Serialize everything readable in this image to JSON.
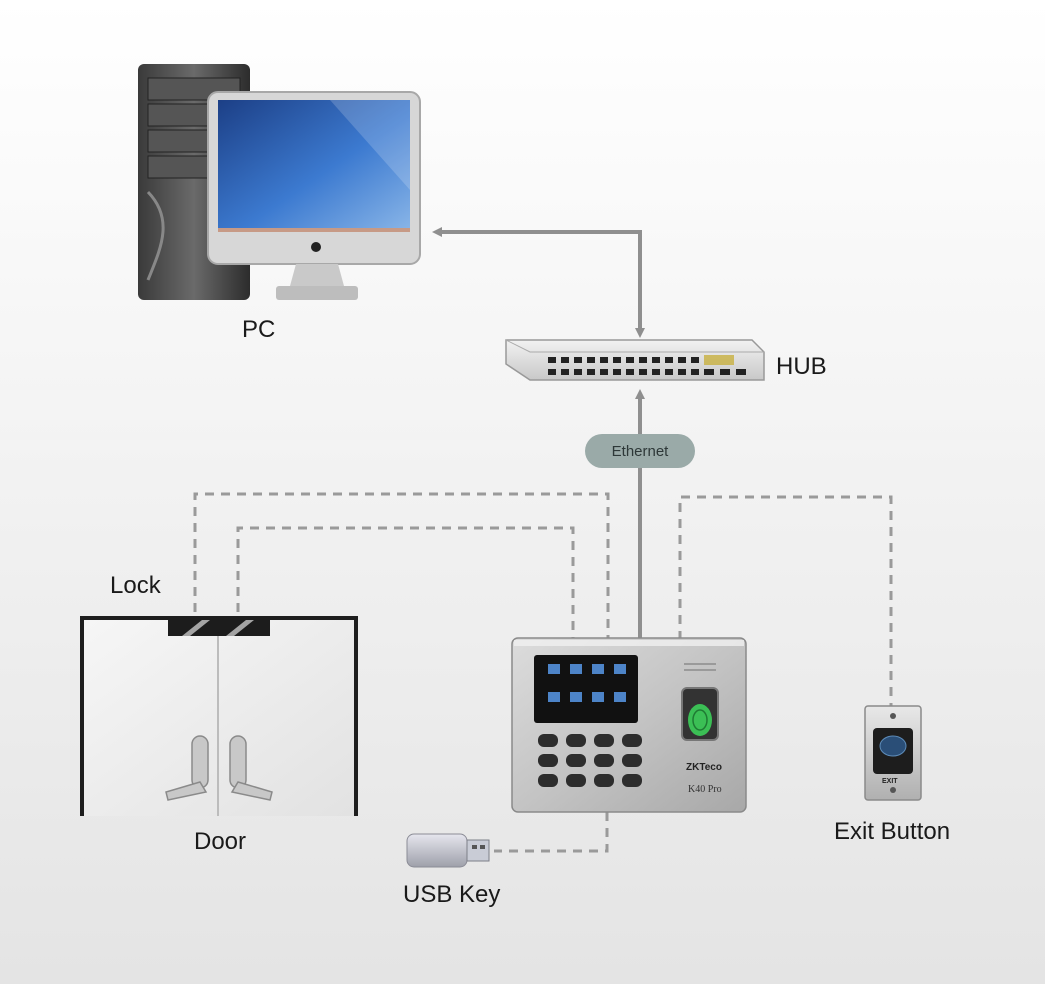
{
  "labels": {
    "pc": "PC",
    "hub": "HUB",
    "ethernet": "Ethernet",
    "lock": "Lock",
    "door": "Door",
    "usb_key": "USB Key",
    "exit_button": "Exit Button",
    "device_brand": "ZKTeco",
    "device_model": "K40 Pro",
    "exit_plate": "EXIT"
  },
  "colors": {
    "connector": "#8c8c8c",
    "arrow": "#8f8f8f",
    "screen": "#2a5aa8",
    "ethernet_pill": "#9aaaa8"
  },
  "icons": [
    "pc-tower-icon",
    "monitor-icon",
    "hub-switch-icon",
    "door-icon",
    "time-attendance-terminal-icon",
    "usb-key-icon",
    "exit-button-icon"
  ]
}
